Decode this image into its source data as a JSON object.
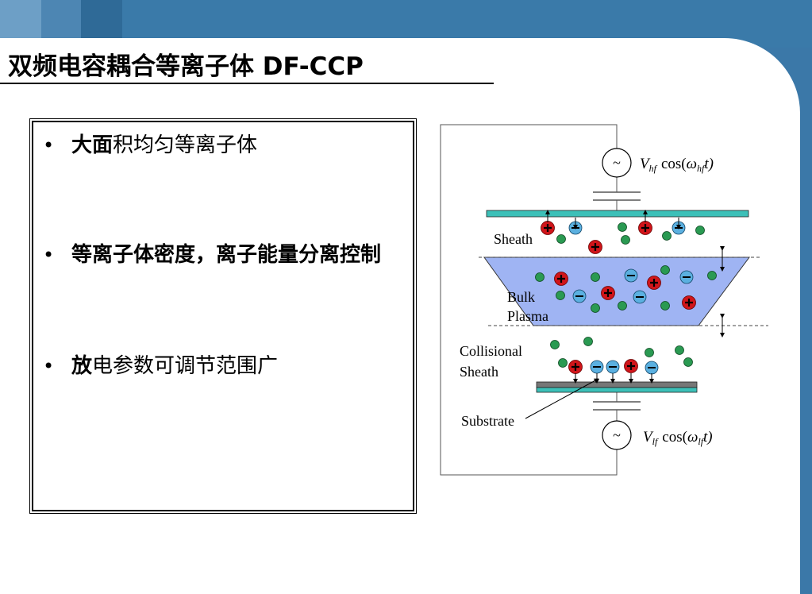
{
  "title": "双频电容耦合等离子体 DF-CCP",
  "bullets": [
    {
      "bold": "大面",
      "rest": "积均匀等离子体"
    },
    {
      "bold": "等离子体密度，离子能量分离控制",
      "rest": ""
    },
    {
      "bold": "放",
      "rest": "电参数可调节范围广"
    }
  ],
  "diagram": {
    "sheath_label": "Sheath",
    "bulk_label_1": "Bulk",
    "bulk_label_2": "Plasma",
    "collisional_label_1": "Collisional",
    "collisional_label_2": "Sheath",
    "substrate_label": "Substrate",
    "source_hf": {
      "symbol": "V",
      "sub": "hf",
      "func": "cos(",
      "omega": "ω",
      "omega_sub": "hf",
      "tail": "t)"
    },
    "source_lf": {
      "symbol": "V",
      "sub": "lf",
      "func": "cos(",
      "omega": "ω",
      "omega_sub": "lf",
      "tail": "t)"
    },
    "tilde": "~",
    "colors": {
      "electrode": "#3cc0b8",
      "plasma": "#9fb4f3",
      "positive_ion": "#d0151a",
      "negative_ion": "#5bb0e0",
      "neutral": "#2a9a52",
      "substrate_plate": "#777777"
    }
  }
}
